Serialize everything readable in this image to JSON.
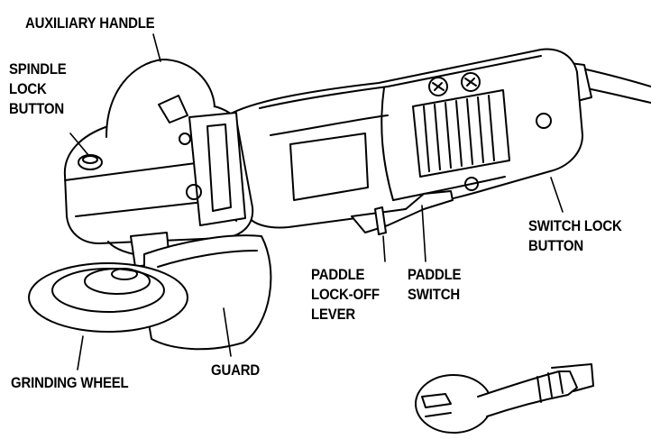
{
  "diagram": {
    "subject": "angle-grinder",
    "line_color": "#000000",
    "background": "#ffffff",
    "labels": {
      "auxiliary_handle": "AUXILIARY HANDLE",
      "spindle_lock_button": [
        "SPINDLE",
        "LOCK",
        "BUTTON"
      ],
      "switch_lock_button": [
        "SWITCH LOCK",
        "BUTTON"
      ],
      "paddle_lock_off_lever": [
        "PADDLE",
        "LOCK-OFF",
        "LEVER"
      ],
      "paddle_switch": [
        "PADDLE",
        "SWITCH"
      ],
      "grinding_wheel": "GRINDING WHEEL",
      "guard": "GUARD"
    },
    "icons": [
      "angle-grinder-illustration-icon",
      "plug-icon"
    ]
  }
}
